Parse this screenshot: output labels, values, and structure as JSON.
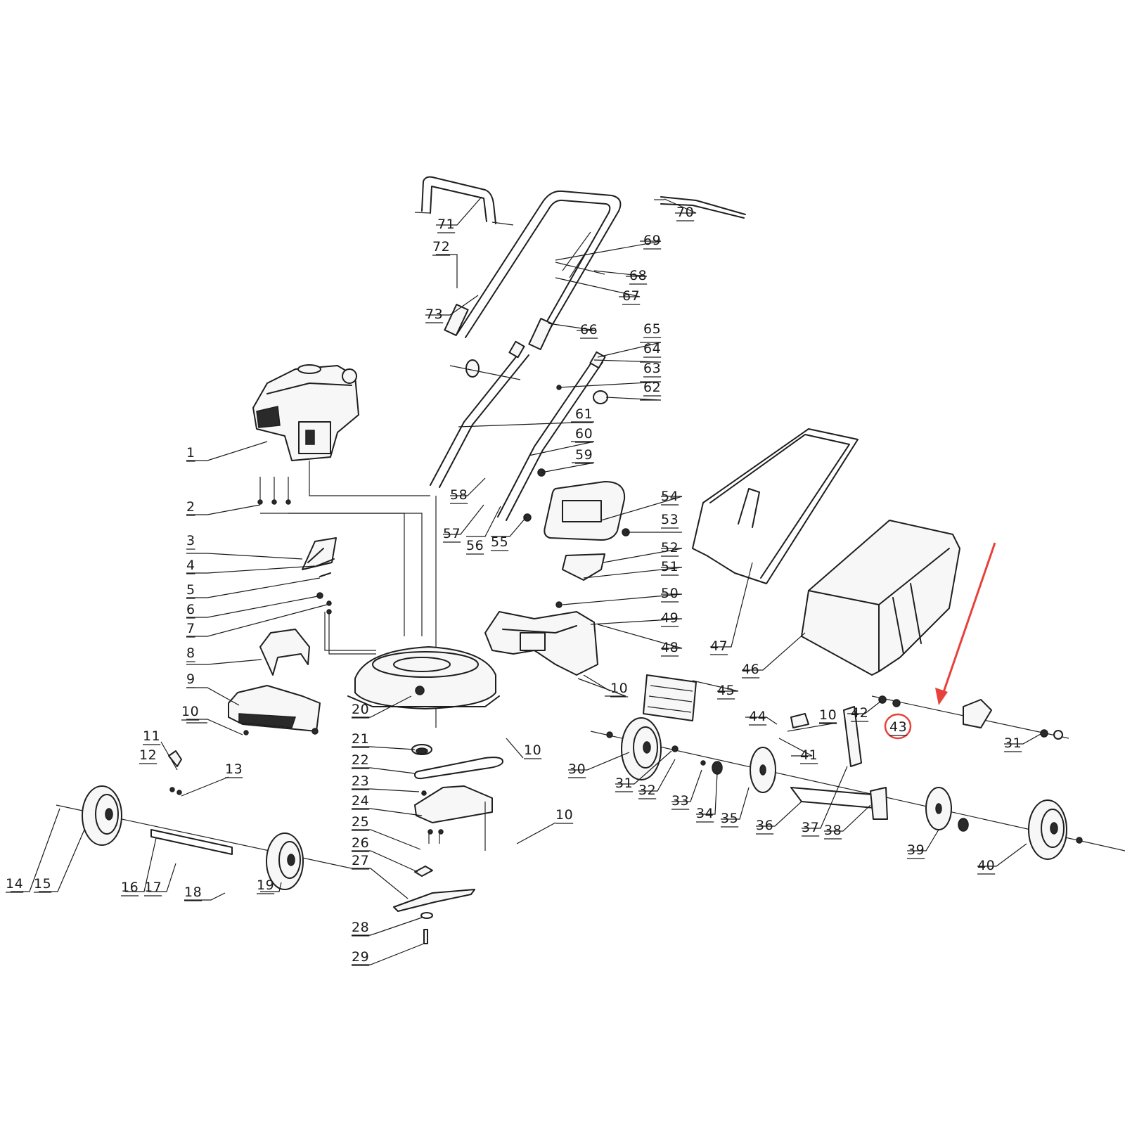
{
  "diagram": {
    "callouts": [
      {
        "id": "c1",
        "label": "1"
      },
      {
        "id": "c2",
        "label": "2"
      },
      {
        "id": "c3",
        "label": "3"
      },
      {
        "id": "c4",
        "label": "4"
      },
      {
        "id": "c5",
        "label": "5"
      },
      {
        "id": "c6",
        "label": "6"
      },
      {
        "id": "c7",
        "label": "7"
      },
      {
        "id": "c8",
        "label": "8"
      },
      {
        "id": "c9",
        "label": "9"
      },
      {
        "id": "c10a",
        "label": "10"
      },
      {
        "id": "c10b",
        "label": "10"
      },
      {
        "id": "c10c",
        "label": "10"
      },
      {
        "id": "c10d",
        "label": "10"
      },
      {
        "id": "c10e",
        "label": "10"
      },
      {
        "id": "c11",
        "label": "11"
      },
      {
        "id": "c12",
        "label": "12"
      },
      {
        "id": "c13",
        "label": "13"
      },
      {
        "id": "c14",
        "label": "14"
      },
      {
        "id": "c15",
        "label": "15"
      },
      {
        "id": "c16",
        "label": "16"
      },
      {
        "id": "c17",
        "label": "17"
      },
      {
        "id": "c18",
        "label": "18"
      },
      {
        "id": "c19",
        "label": "19"
      },
      {
        "id": "c20",
        "label": "20"
      },
      {
        "id": "c21",
        "label": "21"
      },
      {
        "id": "c22",
        "label": "22"
      },
      {
        "id": "c23",
        "label": "23"
      },
      {
        "id": "c24",
        "label": "24"
      },
      {
        "id": "c25",
        "label": "25"
      },
      {
        "id": "c26",
        "label": "26"
      },
      {
        "id": "c27",
        "label": "27"
      },
      {
        "id": "c28",
        "label": "28"
      },
      {
        "id": "c29",
        "label": "29"
      },
      {
        "id": "c30",
        "label": "30"
      },
      {
        "id": "c31a",
        "label": "31"
      },
      {
        "id": "c31b",
        "label": "31"
      },
      {
        "id": "c32",
        "label": "32"
      },
      {
        "id": "c33",
        "label": "33"
      },
      {
        "id": "c34",
        "label": "34"
      },
      {
        "id": "c35",
        "label": "35"
      },
      {
        "id": "c36",
        "label": "36"
      },
      {
        "id": "c37",
        "label": "37"
      },
      {
        "id": "c38",
        "label": "38"
      },
      {
        "id": "c39",
        "label": "39"
      },
      {
        "id": "c40",
        "label": "40"
      },
      {
        "id": "c41",
        "label": "41"
      },
      {
        "id": "c42",
        "label": "42"
      },
      {
        "id": "c43",
        "label": "43"
      },
      {
        "id": "c44",
        "label": "44"
      },
      {
        "id": "c45",
        "label": "45"
      },
      {
        "id": "c46",
        "label": "46"
      },
      {
        "id": "c47",
        "label": "47"
      },
      {
        "id": "c48",
        "label": "48"
      },
      {
        "id": "c49",
        "label": "49"
      },
      {
        "id": "c50",
        "label": "50"
      },
      {
        "id": "c51",
        "label": "51"
      },
      {
        "id": "c52",
        "label": "52"
      },
      {
        "id": "c53",
        "label": "53"
      },
      {
        "id": "c54",
        "label": "54"
      },
      {
        "id": "c55",
        "label": "55"
      },
      {
        "id": "c56",
        "label": "56"
      },
      {
        "id": "c57",
        "label": "57"
      },
      {
        "id": "c58",
        "label": "58"
      },
      {
        "id": "c59",
        "label": "59"
      },
      {
        "id": "c60",
        "label": "60"
      },
      {
        "id": "c61",
        "label": "61"
      },
      {
        "id": "c62",
        "label": "62"
      },
      {
        "id": "c63",
        "label": "63"
      },
      {
        "id": "c64",
        "label": "64"
      },
      {
        "id": "c65",
        "label": "65"
      },
      {
        "id": "c66",
        "label": "66"
      },
      {
        "id": "c67",
        "label": "67"
      },
      {
        "id": "c68",
        "label": "68"
      },
      {
        "id": "c69",
        "label": "69"
      },
      {
        "id": "c70",
        "label": "70"
      },
      {
        "id": "c71",
        "label": "71"
      },
      {
        "id": "c72",
        "label": "72"
      },
      {
        "id": "c73",
        "label": "73"
      }
    ],
    "highlight": {
      "part_label": "43",
      "circle_color": "#e8403a",
      "arrow_color": "#e8403a"
    }
  }
}
